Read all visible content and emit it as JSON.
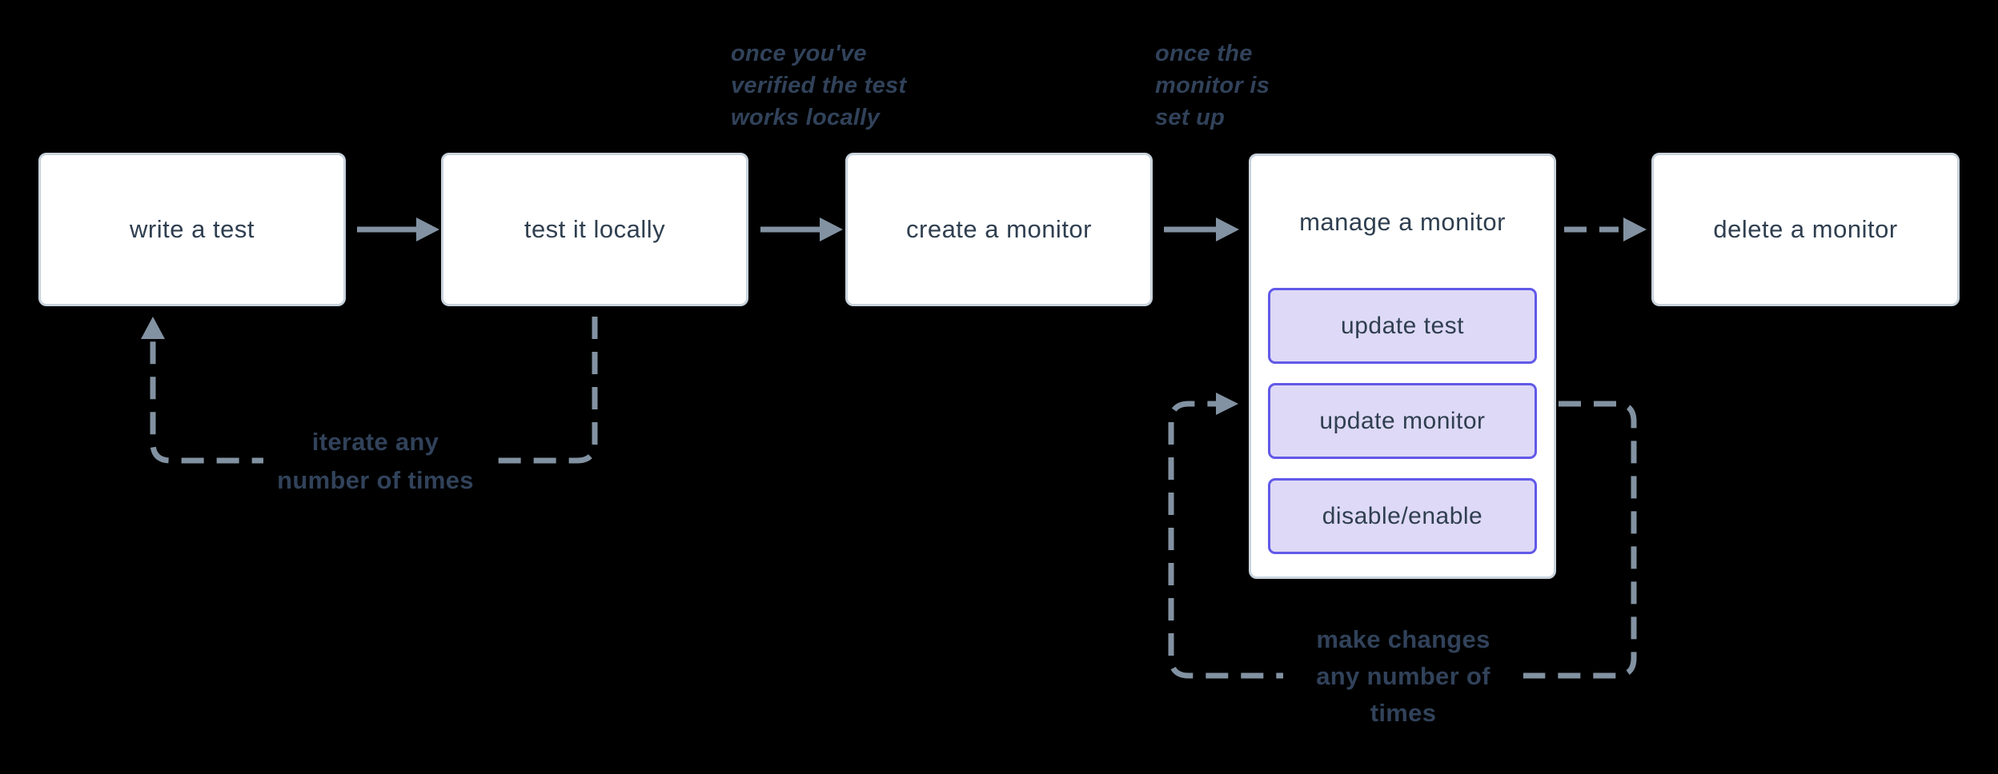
{
  "boxes": [
    {
      "label": "write a test"
    },
    {
      "label": "test it locally"
    },
    {
      "label": "create a monitor"
    },
    {
      "label": "manage a monitor"
    },
    {
      "label": "delete a monitor"
    }
  ],
  "manage_actions": [
    {
      "label": "update test"
    },
    {
      "label": "update monitor"
    },
    {
      "label": "disable/enable"
    }
  ],
  "annotations": {
    "verified_locally": {
      "line1": "once you've",
      "line2": "verified the test",
      "line3": "works locally"
    },
    "monitor_set_up": {
      "line1": "once the",
      "line2": "monitor is",
      "line3": "set up"
    }
  },
  "loop_labels": {
    "iterate": {
      "line1": "iterate any",
      "line2": "number of times"
    },
    "make_changes": {
      "line1": "make changes",
      "line2": "any number of",
      "line3": "times"
    }
  },
  "colors": {
    "background": "#000000",
    "box_fill": "#ffffff",
    "box_border": "#c9d3dc",
    "box_text": "#2f3f50",
    "sub_fill": "#ded9f6",
    "sub_border": "#6159e8",
    "arrow": "#8292a2",
    "note_text": "#31425a"
  }
}
